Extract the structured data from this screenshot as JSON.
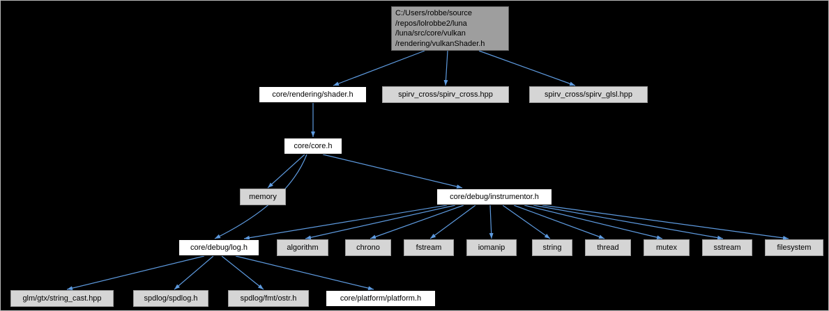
{
  "diagram": {
    "type": "include-dependency-graph",
    "colors": {
      "background": "#000000",
      "edge": "#5e9be0",
      "internal_node_bg": "#ffffff",
      "external_node_bg": "#d5d5d5",
      "root_node_bg": "#9e9e9e"
    },
    "nodes": {
      "root": {
        "label": "C:/Users/robbe/source\n/repos/lolrobbe2/luna\n/luna/src/core/vulkan\n/rendering/vulkanShader.h",
        "kind": "current-file"
      },
      "shader": {
        "label": "core/rendering/shader.h",
        "kind": "internal"
      },
      "spirv_cross": {
        "label": "spirv_cross/spirv_cross.hpp",
        "kind": "external"
      },
      "spirv_glsl": {
        "label": "spirv_cross/spirv_glsl.hpp",
        "kind": "external"
      },
      "core": {
        "label": "core/core.h",
        "kind": "internal"
      },
      "memory": {
        "label": "memory",
        "kind": "external"
      },
      "instrumentor": {
        "label": "core/debug/instrumentor.h",
        "kind": "internal"
      },
      "log": {
        "label": "core/debug/log.h",
        "kind": "internal"
      },
      "algorithm": {
        "label": "algorithm",
        "kind": "external"
      },
      "chrono": {
        "label": "chrono",
        "kind": "external"
      },
      "fstream": {
        "label": "fstream",
        "kind": "external"
      },
      "iomanip": {
        "label": "iomanip",
        "kind": "external"
      },
      "string": {
        "label": "string",
        "kind": "external"
      },
      "thread": {
        "label": "thread",
        "kind": "external"
      },
      "mutex": {
        "label": "mutex",
        "kind": "external"
      },
      "sstream": {
        "label": "sstream",
        "kind": "external"
      },
      "filesystem": {
        "label": "filesystem",
        "kind": "external"
      },
      "string_cast": {
        "label": "glm/gtx/string_cast.hpp",
        "kind": "external"
      },
      "spdlog": {
        "label": "spdlog/spdlog.h",
        "kind": "external"
      },
      "ostr": {
        "label": "spdlog/fmt/ostr.h",
        "kind": "external"
      },
      "platform": {
        "label": "core/platform/platform.h",
        "kind": "internal"
      }
    },
    "edges": [
      {
        "from": "root",
        "to": "shader"
      },
      {
        "from": "root",
        "to": "spirv_cross"
      },
      {
        "from": "root",
        "to": "spirv_glsl"
      },
      {
        "from": "shader",
        "to": "core"
      },
      {
        "from": "core",
        "to": "memory"
      },
      {
        "from": "core",
        "to": "instrumentor"
      },
      {
        "from": "core",
        "to": "log"
      },
      {
        "from": "instrumentor",
        "to": "log"
      },
      {
        "from": "instrumentor",
        "to": "algorithm"
      },
      {
        "from": "instrumentor",
        "to": "chrono"
      },
      {
        "from": "instrumentor",
        "to": "fstream"
      },
      {
        "from": "instrumentor",
        "to": "iomanip"
      },
      {
        "from": "instrumentor",
        "to": "string"
      },
      {
        "from": "instrumentor",
        "to": "thread"
      },
      {
        "from": "instrumentor",
        "to": "mutex"
      },
      {
        "from": "instrumentor",
        "to": "sstream"
      },
      {
        "from": "instrumentor",
        "to": "filesystem"
      },
      {
        "from": "log",
        "to": "string_cast"
      },
      {
        "from": "log",
        "to": "spdlog"
      },
      {
        "from": "log",
        "to": "ostr"
      },
      {
        "from": "log",
        "to": "platform"
      }
    ]
  }
}
